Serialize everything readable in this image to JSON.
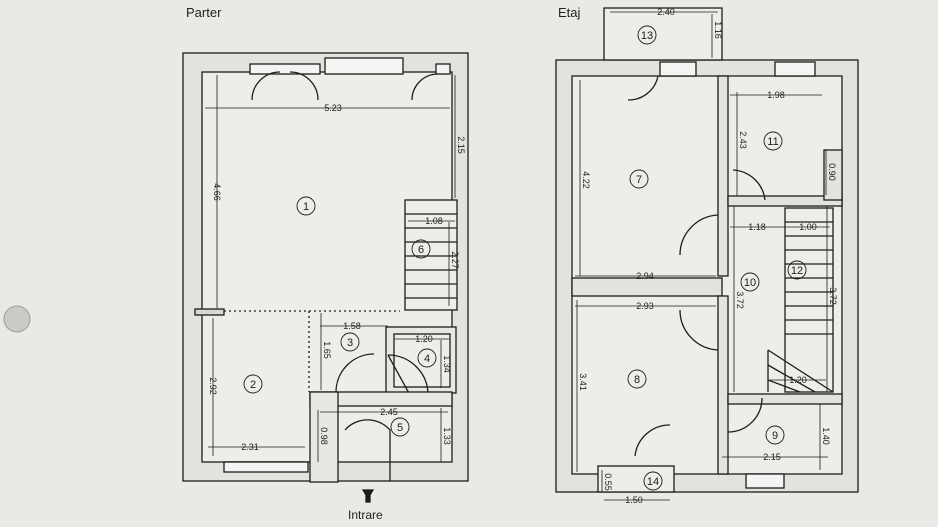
{
  "plans": {
    "ground": {
      "title": "Parter",
      "entry_label": "Intrare",
      "rooms": [
        "1",
        "2",
        "3",
        "4",
        "5",
        "6"
      ],
      "dims": [
        "5.23",
        "2.15",
        "4.66",
        "1.08",
        "2.27",
        "1.58",
        "1.20",
        "1.65",
        "1.34",
        "2.92",
        "2.45",
        "0.98",
        "1.33",
        "2.31"
      ]
    },
    "upper": {
      "title": "Etaj",
      "rooms": [
        "7",
        "8",
        "9",
        "10",
        "11",
        "12",
        "13",
        "14"
      ],
      "dims": [
        "2.40",
        "1.16",
        "1.98",
        "2.43",
        "4.22",
        "0.90",
        "1.18",
        "1.00",
        "2.94",
        "2.93",
        "3.72",
        "3.72",
        "3.41",
        "1.20",
        "1.40",
        "2.15",
        "0.55",
        "1.50"
      ]
    }
  },
  "colors": {
    "wall": "#e2e3de",
    "line": "#1d1d1d",
    "paper": "#e9eae6"
  }
}
